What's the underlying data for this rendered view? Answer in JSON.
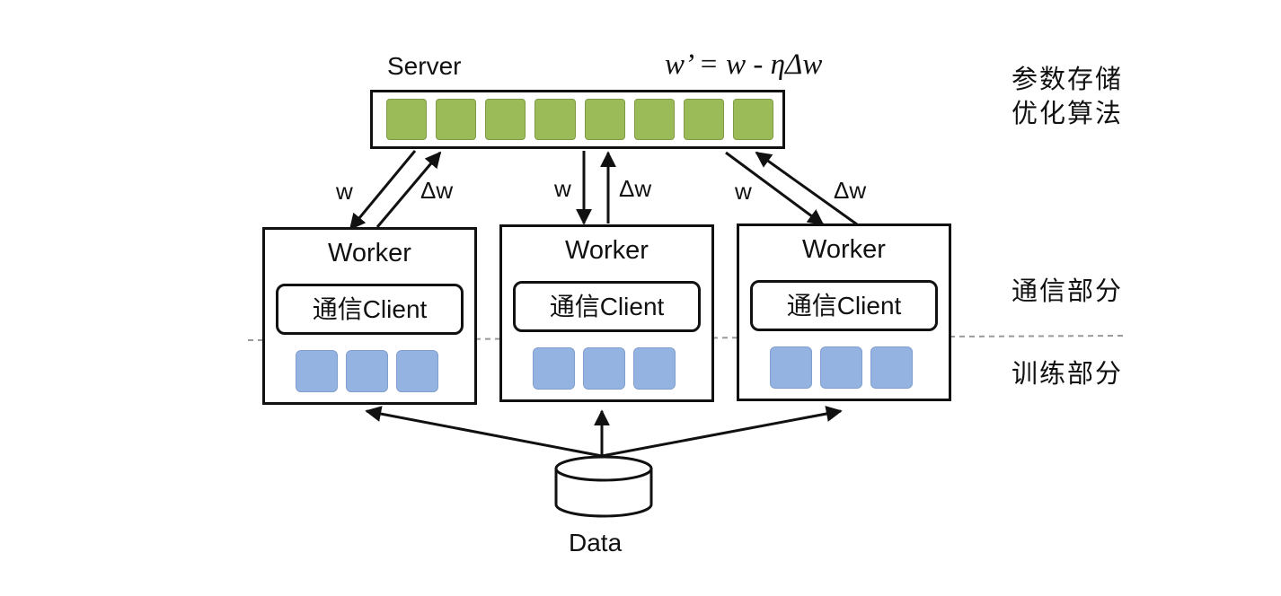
{
  "server": {
    "label": "Server",
    "formula": "w’ = w - ηΔw",
    "cell_color": "#9bbb59"
  },
  "side_labels": {
    "storage_line1": "参数存储",
    "storage_line2": "优化算法",
    "communication": "通信部分",
    "training": "训练部分"
  },
  "workers": [
    {
      "title": "Worker",
      "client": "通信Client",
      "down_label": "w",
      "up_label": "Δw"
    },
    {
      "title": "Worker",
      "client": "通信Client",
      "down_label": "w",
      "up_label": "Δw"
    },
    {
      "title": "Worker",
      "client": "通信Client",
      "down_label": "w",
      "up_label": "Δw"
    }
  ],
  "worker_cell_color": "#95b3e0",
  "data": {
    "label": "Data"
  }
}
